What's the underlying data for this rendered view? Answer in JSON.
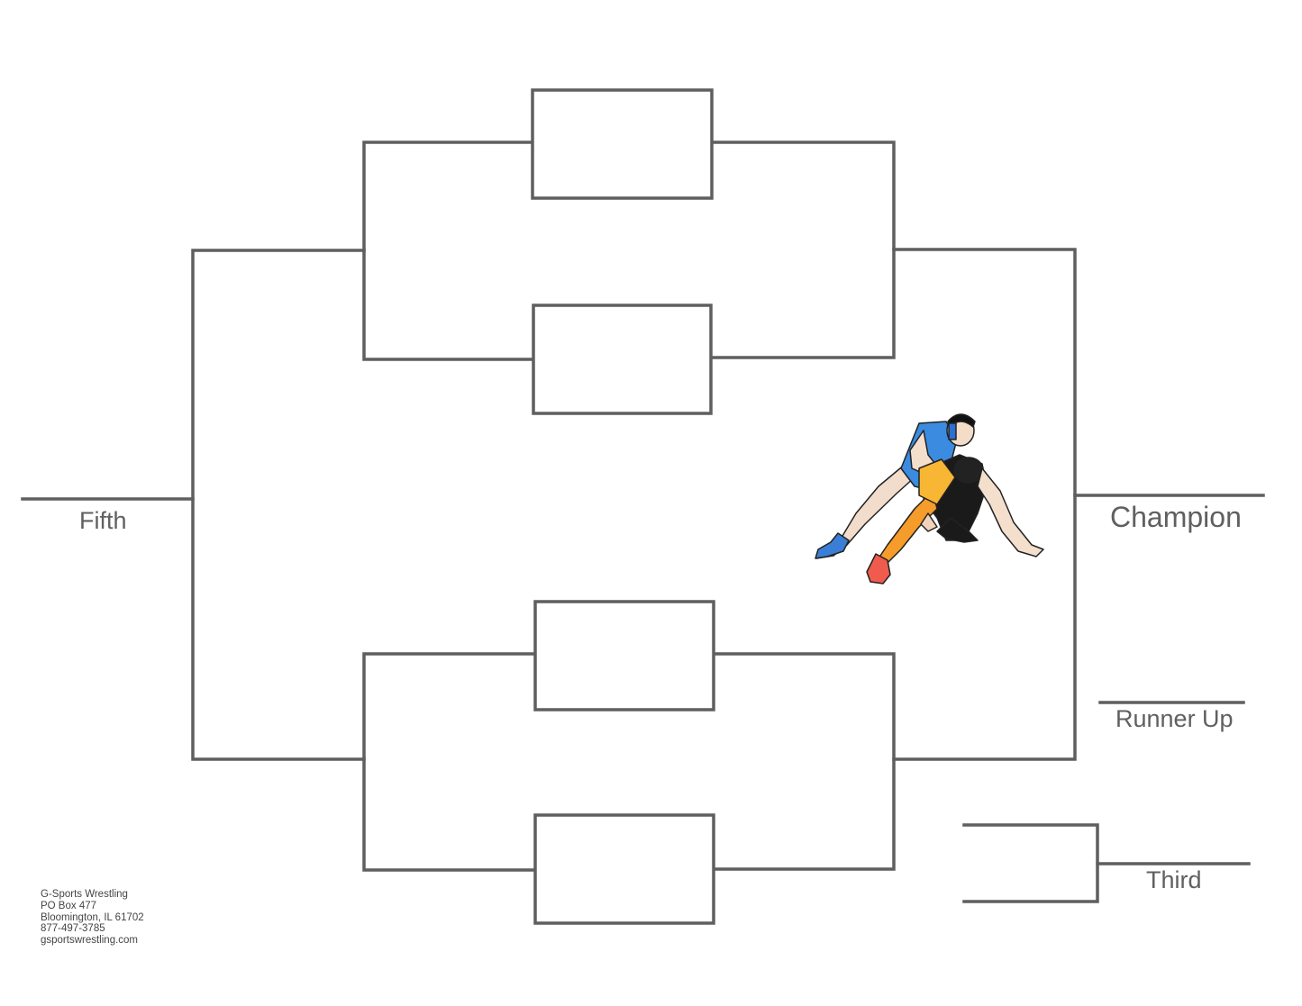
{
  "labels": {
    "fifth": "Fifth",
    "champion": "Champion",
    "runner_up": "Runner Up",
    "third": "Third"
  },
  "contact": {
    "company": "G-Sports Wrestling",
    "po_box": "PO Box 477",
    "city": "Bloomington, IL 61702",
    "phone": "877-497-3785",
    "website": "gsportswrestling.com"
  },
  "colors": {
    "line": "#5f5f5f",
    "text": "#606060"
  },
  "illustration": "wrestlers-icon"
}
